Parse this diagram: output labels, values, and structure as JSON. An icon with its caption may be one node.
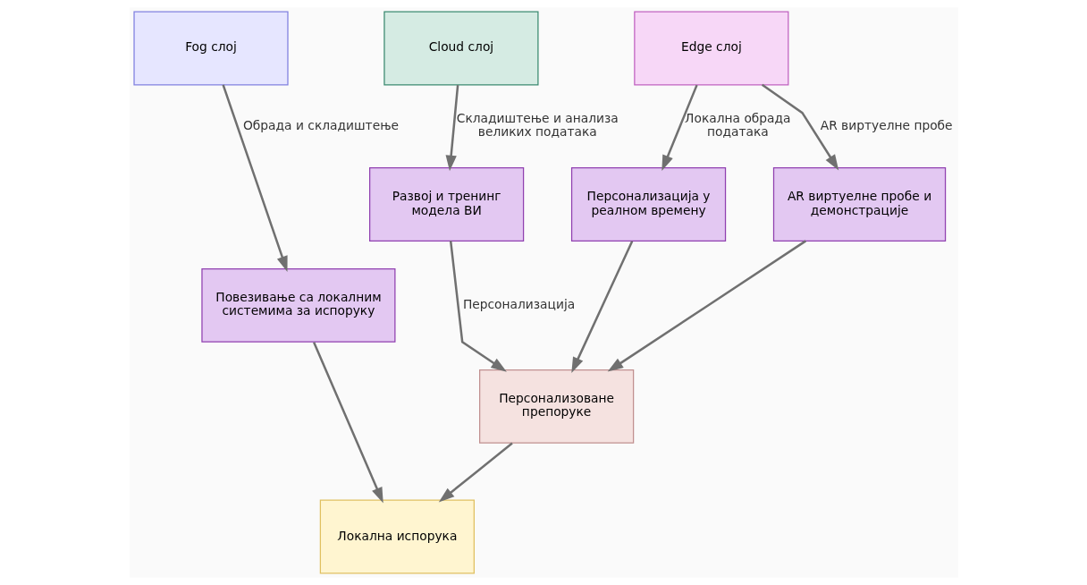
{
  "diagram": {
    "nodes": [
      {
        "text": [
          "Cloud слој"
        ]
      },
      {
        "text": [
          "Edge слој"
        ]
      },
      {
        "text": [
          "Fog слој"
        ]
      },
      {
        "text": [
          "Развој и тренинг модела ВИ"
        ]
      },
      {
        "text": [
          "Персонализација у реалном времену"
        ]
      },
      {
        "text": [
          "AR виртуелне пробе и демонстрације"
        ]
      },
      {
        "text": [
          "Повезивање са локалним системима за испоруку"
        ]
      },
      {
        "text": [
          "Персонализоване препоруке"
        ]
      },
      {
        "text": [
          "Локална испорука"
        ]
      }
    ],
    "edges": [
      {
        "from": 0,
        "to": 3,
        "arrow": "to",
        "label": "Складиштење и анализа великих података"
      },
      {
        "from": 1,
        "to": 4,
        "arrow": "to",
        "label": "Локална обрада података"
      },
      {
        "from": 1,
        "to": 5,
        "arrow": "to",
        "label": "AR виртуелне пробе"
      },
      {
        "from": 2,
        "to": 6,
        "arrow": "to",
        "label": "Обрада и складиштење"
      },
      {
        "from": 3,
        "to": 7,
        "arrow": "to",
        "label": "Персонализација"
      },
      {
        "from": 4,
        "to": 7,
        "arrow": "to"
      },
      {
        "from": 5,
        "to": 7,
        "arrow": "to"
      },
      {
        "from": 6,
        "to": 8,
        "arrow": "to"
      },
      {
        "from": 7,
        "to": 8,
        "arrow": "to"
      }
    ]
  }
}
